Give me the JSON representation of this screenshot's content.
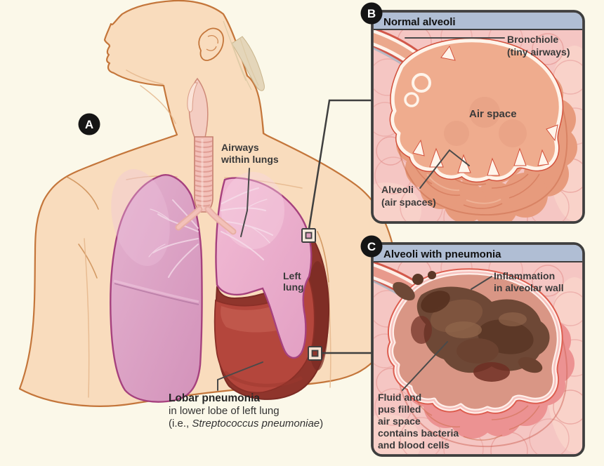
{
  "figure": {
    "panel_a": {
      "letter": "A",
      "airways_label": {
        "line1": "Airways",
        "line2": "within lungs"
      },
      "left_lung_label": {
        "line1": "Left",
        "line2": "lung"
      },
      "caption": {
        "title": "Lobar pneumonia",
        "line2": "in lower lobe of left lung",
        "ie_prefix": "(i.e., ",
        "species": "Streptococcus pneumoniae",
        "ie_suffix": ")"
      }
    },
    "panel_b": {
      "letter": "B",
      "title": "Normal alveoli",
      "bronchiole_label": {
        "line1": "Bronchiole",
        "line2": "(tiny airways)"
      },
      "air_space_label": "Air space",
      "alveoli_label": {
        "line1": "Alveoli",
        "line2": "(air spaces)"
      }
    },
    "panel_c": {
      "letter": "C",
      "title": "Alveoli with pneumonia",
      "inflammation_label": {
        "line1": "Inflammation",
        "line2": "in alveolar wall"
      },
      "fluid_label": {
        "line1": "Fluid and",
        "line2": "pus filled",
        "line3": "air space",
        "line4": "contains bacteria",
        "line5": "and blood cells"
      }
    },
    "colors": {
      "background": "#FBF8E9",
      "skin": "#F9DCBD",
      "skin_outline": "#C4763B",
      "lung_pink": "#DCA4C6",
      "lung_outline": "#A6417E",
      "pneumonia_dark": "#8F352C",
      "pneumonia_red": "#B4463C",
      "panel_header": "#B0BED4",
      "panel_border": "#3E3E3E",
      "panel_background": "#F5C6C3",
      "alveoli_salmon": "#E79B7D",
      "label_text": "#3A3A3A"
    }
  }
}
